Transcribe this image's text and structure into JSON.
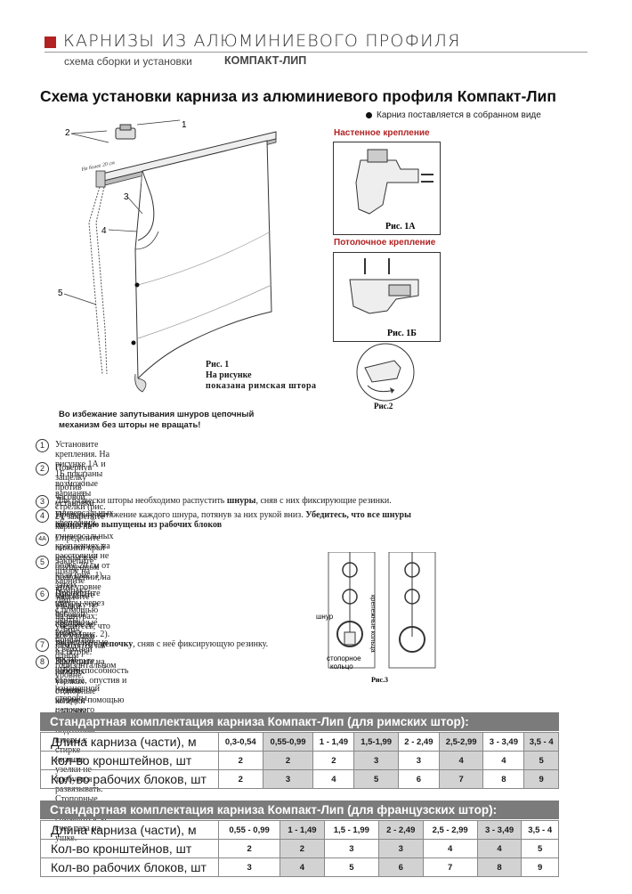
{
  "header": {
    "title": "КАРНИЗЫ ИЗ АЛЮМИНИЕВОГО ПРОФИЛЯ",
    "subtitle": "схема сборки и установки",
    "subtitle_bold": "КОМПАКТ-ЛИП"
  },
  "main_title": "Схема  установки карниза из алюминиевого профиля Компакт-Лип",
  "assembled_note": "Карниз поставляется в собранном виде",
  "wall_mount_label": "Настенное крепление",
  "ceiling_mount_label": "Потолочное крепление",
  "fig1a_caption": "Рис.  1А",
  "fig1b_caption": "Рис.  1Б",
  "fig2_caption": "Рис.2",
  "fig3_caption": "Рис.3",
  "fig1_caption": {
    "line1": "Рис.  1",
    "line2": "На  рисунке",
    "line3": "показана  римская  штора"
  },
  "fig1_callouts": [
    "1",
    "2",
    "3",
    "4",
    "5"
  ],
  "fig1_dim_label": "Не более 20 см",
  "fig3_labels": {
    "rings": "крепежные кольца",
    "cord": "шнур",
    "stop_ring_1": "стопорное",
    "stop_ring_2": "кольцо"
  },
  "warning_note": {
    "line1": "Во избежание запутывания шнуров цепочный",
    "line2": "механизм без шторы не вращать!"
  },
  "steps": [
    {
      "num": "1",
      "lines": [
        "Установите крепления. На рисунке 1А и 1Б показаны возможные варианты установки",
        "универсальных креплений."
      ]
    },
    {
      "num": "2",
      "lines": [
        "Повернув защелку против часовой стрелки (рис. 2), закрепите карниз на универсальных",
        "креплениях на расстоянии не более 20 см от края (рис. 1), затем поверните защелку по часовой",
        "стрелке до упора (рис. 2)."
      ]
    },
    {
      "num": "3",
      "pre": "Для развески шторы необходимо распустить ",
      "bold": "шнуры",
      "post": ", сняв с них фиксирующие резинки."
    },
    {
      "num": "4",
      "lines_rich": [
        [
          "Проверьте натяжение каждого шнура, потянув за них рукой вниз. ",
          "Убедитесь, что все шнуры"
        ],
        [
          "",
          "полностью выпущены из рабочих блоков"
        ]
      ]
    },
    {
      "num": "4А",
      "lines": [
        "Определите нижний край шторы в её опущенном положении; на этом уровне завяжите узелки",
        "на шнурах; убедитесь, что все узелки находятся на одном горизонтальном уровне."
      ]
    },
    {
      "num": "5",
      "lines": [
        "Закрепите штору на карнизе Компакт-Лип",
        "с помощью ленты «Лип», пришитой к верхней части шторы",
        "с изнаночной стороны."
      ]
    },
    {
      "num": "6",
      "lines": [
        "Пропустите шнуры через все крепежные кольца, закреплённые",
        "на шторе. Закрепите на нижних узелках стопорные колечки",
        "с ушком (рис.3). При подготовке шторы к стирке нижние",
        "узелки не требуется развязывать.",
        "Стопорные колечки легко снимаются за счет паза на ушке."
      ]
    },
    {
      "num": "7",
      "pre": "Распустите ",
      "bold": "цепочку",
      "post": ", сняв с неё фиксирующую резинку."
    },
    {
      "num": "8",
      "lines": [
        "Проверьте работоспособность карниза, опустив и подняв",
        "штору с помощью цепочного механизма."
      ]
    }
  ],
  "table_roman": {
    "title": "Стандартная комплектация карниза Компакт-Лип (для римских штор):",
    "rows": [
      {
        "label": "Длина карниза (части), м",
        "cells": [
          "0,3-0,54",
          "0,55-0,99",
          "1 - 1,49",
          "1,5-1,99",
          "2 - 2,49",
          "2,5-2,99",
          "3 - 3,49",
          "3,5 - 4"
        ]
      },
      {
        "label": "Кол-во кронштейнов, шт",
        "cells": [
          "2",
          "2",
          "2",
          "3",
          "3",
          "4",
          "4",
          "5"
        ]
      },
      {
        "label": "Кол-во рабочих блоков, шт",
        "cells": [
          "2",
          "3",
          "4",
          "5",
          "6",
          "7",
          "8",
          "9"
        ]
      }
    ]
  },
  "table_french": {
    "title": "Стандартная комплектация карниза Компакт-Лип (для французских штор):",
    "rows": [
      {
        "label": "Длина карниза (части), м",
        "cells": [
          "0,55 - 0,99",
          "1 - 1,49",
          "1,5 - 1,99",
          "2 - 2,49",
          "2,5 - 2,99",
          "3 - 3,49",
          "3,5 - 4"
        ]
      },
      {
        "label": "Кол-во кронштейнов, шт",
        "cells": [
          "2",
          "2",
          "3",
          "3",
          "4",
          "4",
          "5"
        ]
      },
      {
        "label": "Кол-во рабочих блоков, шт",
        "cells": [
          "3",
          "4",
          "5",
          "6",
          "7",
          "8",
          "9"
        ]
      }
    ]
  },
  "colors": {
    "accent": "#b22222",
    "table_header": "#7b7b7b",
    "table_shade": "#d2d2d2"
  }
}
